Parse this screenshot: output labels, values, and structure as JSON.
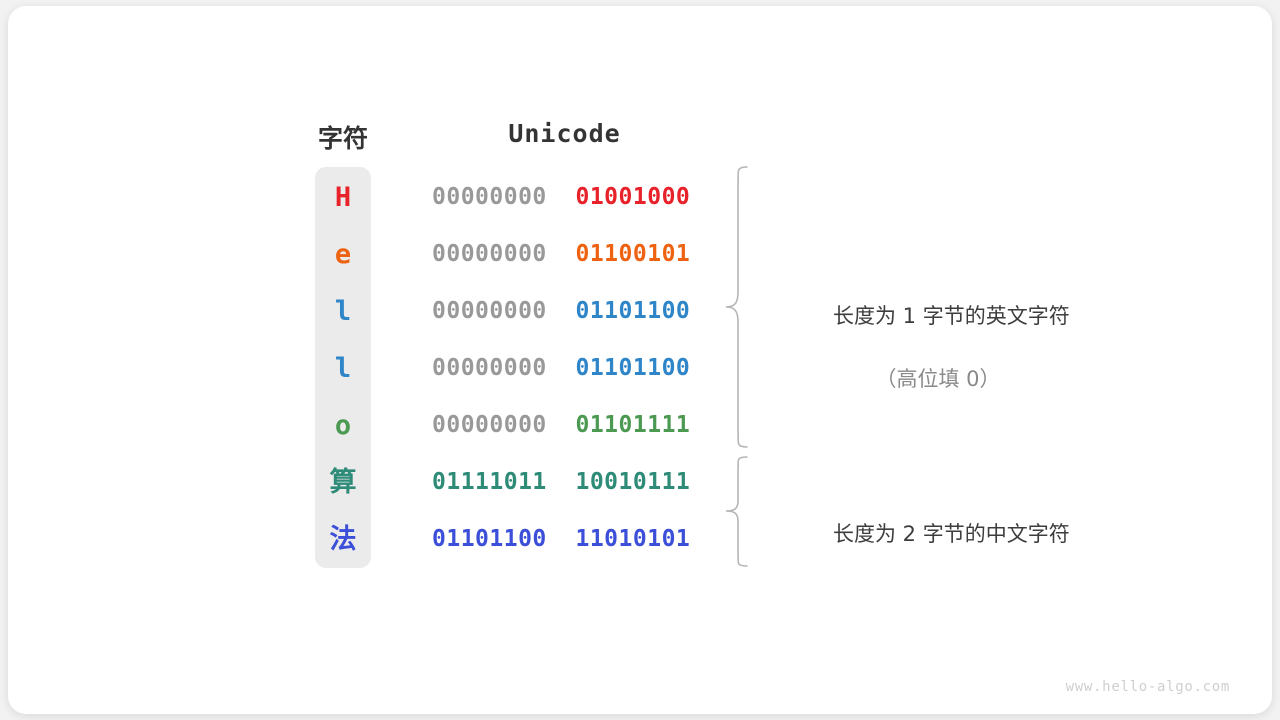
{
  "figure": {
    "background_color": "#f2f2f2",
    "card_color": "#ffffff",
    "pill_color": "#ebebeb"
  },
  "headers": {
    "char_column": "字符",
    "unicode_column": "Unicode"
  },
  "rows": [
    {
      "char": "H",
      "char_color": "#e8222a",
      "high_bits": "00000000",
      "low_bits": "01001000",
      "bits_color": "#e8222a",
      "is_cjk": false
    },
    {
      "char": "e",
      "char_color": "#ee6312",
      "high_bits": "00000000",
      "low_bits": "01100101",
      "bits_color": "#ee6312",
      "is_cjk": false
    },
    {
      "char": "l",
      "char_color": "#2e85c8",
      "high_bits": "00000000",
      "low_bits": "01101100",
      "bits_color": "#2e85c8",
      "is_cjk": false
    },
    {
      "char": "l",
      "char_color": "#2e85c8",
      "high_bits": "00000000",
      "low_bits": "01101100",
      "bits_color": "#2e85c8",
      "is_cjk": false
    },
    {
      "char": "o",
      "char_color": "#4c9a52",
      "high_bits": "00000000",
      "low_bits": "01101111",
      "bits_color": "#4c9a52",
      "is_cjk": false
    },
    {
      "char": "算",
      "char_color": "#2e8b77",
      "high_bits": "01111011",
      "low_bits": "10010111",
      "bits_color": "#2e8b77",
      "is_cjk": true
    },
    {
      "char": "法",
      "char_color": "#3b4fd8",
      "high_bits": "01101100",
      "low_bits": "11010101",
      "bits_color": "#3b4fd8",
      "is_cjk": true
    }
  ],
  "annotations": [
    {
      "main": "长度为 1 字节的英文字符",
      "sub": "（高位填 0）"
    },
    {
      "main": "长度为 2 字节的中文字符",
      "sub": ""
    }
  ],
  "watermark": "www.hello-algo.com"
}
